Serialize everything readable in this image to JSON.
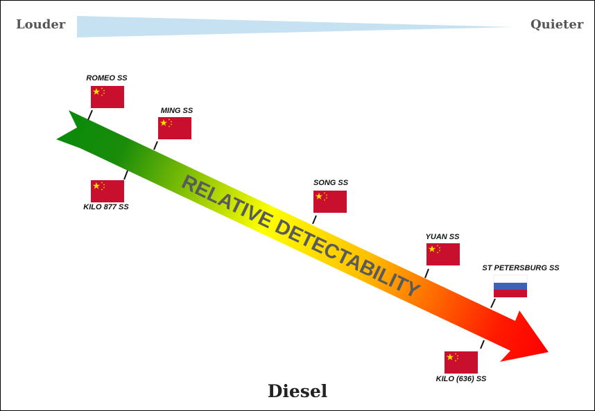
{
  "scale": {
    "left_label": "Louder",
    "right_label": "Quieter"
  },
  "arrow_label": "RELATIVE DETECTABILITY",
  "footer_title": "Diesel",
  "colors": {
    "china_red": "#c8102e",
    "china_star": "#ffde00",
    "scale_wedge": "#c6e2f2",
    "arrow_start": "#0a8a0a",
    "arrow_mid": "#ffff00",
    "arrow_end": "#ff0000"
  },
  "submarines": [
    {
      "name": "ROMEO SS",
      "flag": "china"
    },
    {
      "name": "MING SS",
      "flag": "china"
    },
    {
      "name": "KILO 877 SS",
      "flag": "china"
    },
    {
      "name": "SONG SS",
      "flag": "china"
    },
    {
      "name": "YUAN SS",
      "flag": "china"
    },
    {
      "name": "ST PETERSBURG SS",
      "flag": "russia"
    },
    {
      "name": "KILO (636) SS",
      "flag": "china"
    }
  ]
}
